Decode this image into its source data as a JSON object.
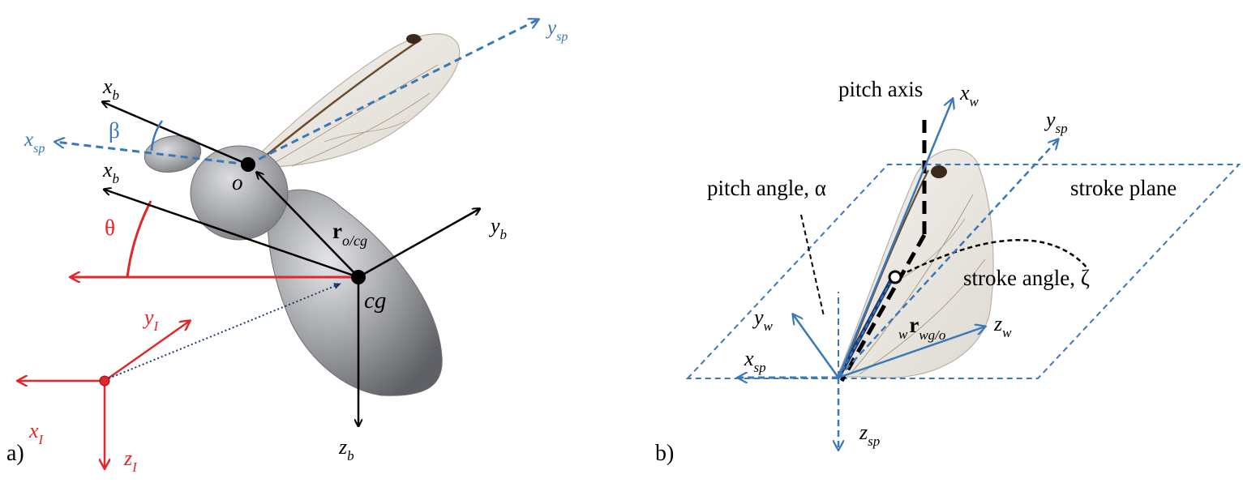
{
  "colors": {
    "black": "#000000",
    "red": "#e3262b",
    "blue": "#3a78b8",
    "navy": "#1c3a6e",
    "body_gray": "#a4a6aa",
    "wing": "#ece8e2"
  },
  "panel_a": {
    "label": "a)",
    "beta": "β",
    "theta": "θ",
    "origin_o": "o",
    "cg": "cg",
    "xb": {
      "main": "x",
      "sub": "b"
    },
    "yb": {
      "main": "y",
      "sub": "b"
    },
    "zb": {
      "main": "z",
      "sub": "b"
    },
    "xsp": {
      "main": "x",
      "sub": "sp"
    },
    "ysp": {
      "main": "y",
      "sub": "sp"
    },
    "xI": {
      "main": "x",
      "sub": "I"
    },
    "yI": {
      "main": "y",
      "sub": "I"
    },
    "zI": {
      "main": "z",
      "sub": "I"
    },
    "r_ocg": {
      "main": "r",
      "sub": "o/cg"
    }
  },
  "panel_b": {
    "label": "b)",
    "pitch_axis": "pitch axis",
    "pitch_angle": "pitch angle, α",
    "stroke_plane": "stroke plane",
    "stroke_angle": "stroke angle, ζ",
    "xw": {
      "main": "x",
      "sub": "w"
    },
    "yw": {
      "main": "y",
      "sub": "w"
    },
    "zw": {
      "main": "z",
      "sub": "w"
    },
    "ysp": {
      "main": "y",
      "sub": "sp"
    },
    "xsp": {
      "main": "x",
      "sub": "sp"
    },
    "zsp": {
      "main": "z",
      "sub": "sp"
    },
    "r_wwg": {
      "pre": "w",
      "main": "r",
      "sub": "wg/o"
    }
  }
}
